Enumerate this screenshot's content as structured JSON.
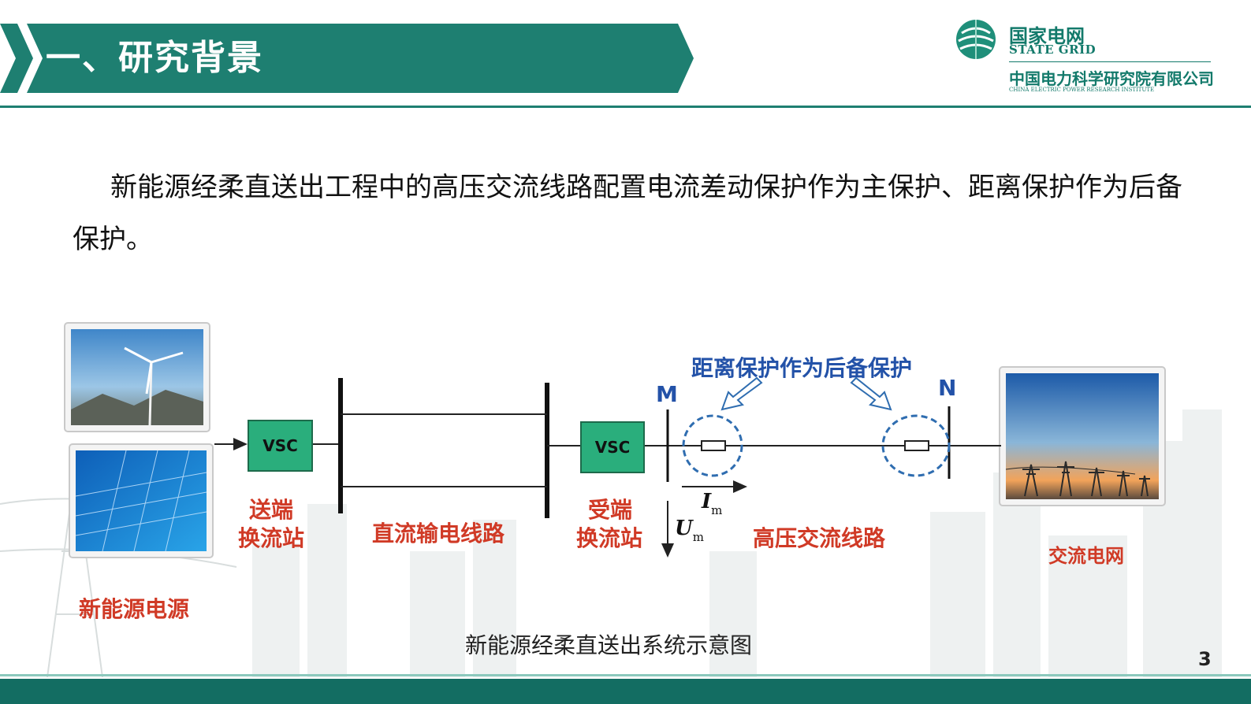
{
  "header": {
    "title": "一、研究背景"
  },
  "logo": {
    "name_cn": "国家电网",
    "name_en": "STATE GRID",
    "org_cn": "中国电力科学研究院有限公司",
    "org_en": "CHINA ELECTRIC POWER RESEARCH INSTITUTE"
  },
  "body": {
    "paragraph": "新能源经柔直送出工程中的高压交流线路配置电流差动保护作为主保护、距离保护作为后备保护。"
  },
  "diagram": {
    "source_label": "新能源电源",
    "vsc_left": "VSC",
    "vsc_right": "VSC",
    "sending_station_line1": "送端",
    "sending_station_line2": "换流站",
    "dc_line": "直流输电线路",
    "receiving_station_line1": "受端",
    "receiving_station_line2": "换流站",
    "node_m": "M",
    "node_n": "N",
    "backup_protection": "距离保护作为后备保护",
    "current_symbol": "I",
    "current_sub": "m",
    "voltage_symbol": "U",
    "voltage_sub": "m",
    "hv_ac_line": "高压交流线路",
    "ac_grid": "交流电网"
  },
  "caption": "新能源经柔直送出系统示意图",
  "page_number": "3",
  "colors": {
    "brand_green": "#137a6b",
    "banner_green": "#1e7f71",
    "vsc_fill": "#2aae7c",
    "label_red": "#d03a26",
    "label_blue": "#2352a8",
    "protection_circle": "#2f6db0"
  }
}
